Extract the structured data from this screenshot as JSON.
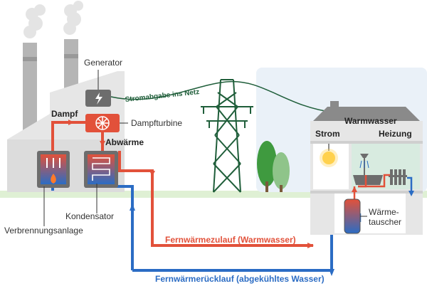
{
  "labels": {
    "generator": "Generator",
    "stromabgabe": "Stromabgabe ins Netz",
    "dampf": "Dampf",
    "dampfturbine": "Dampfturbine",
    "abwaerme": "Abwärme",
    "kondensator": "Kondensator",
    "verbrennungsanlage": "Verbrennungsanlage",
    "warmwasser": "Warmwasser",
    "strom": "Strom",
    "heizung": "Heizung",
    "waermetauscher_line1": "Wärme-",
    "waermetauscher_line2": "tauscher",
    "fernwaermezulauf": "Fernwärmezulauf (Warmwasser)",
    "fernwaermeruecklauf": "Fernwärmerücklauf (abgekühltes Wasser)"
  },
  "colors": {
    "hot": "#e2513a",
    "cold": "#2b6cc4",
    "line_green": "#1f5e3a",
    "building": "#e6e6e6",
    "ground": "#dff0d4",
    "sky": "#eaf1f8"
  }
}
